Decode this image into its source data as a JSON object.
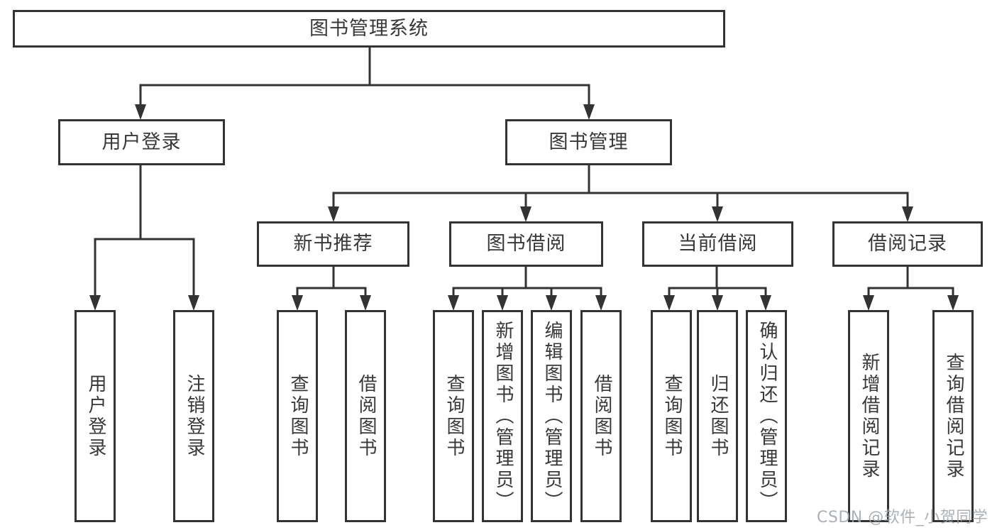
{
  "diagram": {
    "root": {
      "label": "图书管理系统"
    },
    "branches": [
      {
        "label": "用户登录",
        "children": [
          {
            "label": "用户登录"
          },
          {
            "label": "注销登录"
          }
        ]
      },
      {
        "label": "图书管理",
        "children": [
          {
            "label": "新书推荐",
            "children": [
              {
                "label": "查询图书"
              },
              {
                "label": "借阅图书"
              }
            ]
          },
          {
            "label": "图书借阅",
            "children": [
              {
                "label": "查询图书"
              },
              {
                "label": "新增图书（管理员）"
              },
              {
                "label": "编辑图书（管理员）"
              },
              {
                "label": "借阅图书"
              }
            ]
          },
          {
            "label": "当前借阅",
            "children": [
              {
                "label": "查询图书"
              },
              {
                "label": "归还图书"
              },
              {
                "label": "确认归还（管理员）"
              }
            ]
          },
          {
            "label": "借阅记录",
            "children": [
              {
                "label": "新增借阅记录"
              },
              {
                "label": "查询借阅记录"
              }
            ]
          }
        ]
      }
    ]
  },
  "watermark": {
    "text": "CSDN @软件_小贺同学"
  },
  "colors": {
    "line": "#333333",
    "text": "#383838",
    "watermark": "#9ea3a9",
    "background": "#ffffff"
  }
}
